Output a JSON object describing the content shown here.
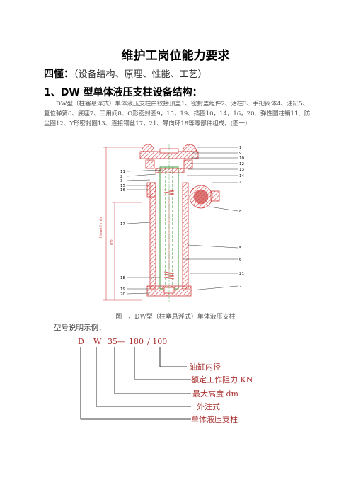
{
  "title": "维护工岗位能力要求",
  "section1": {
    "bold": "四懂：",
    "normal": "（设备结构、原理、性能、工艺）"
  },
  "section2": {
    "number_title": "1、DW 型单体液压支柱",
    "bold_suffix": "设备结构："
  },
  "description": "DW型（柱塞悬浮式）单体液压支柱由铰接顶盖1、密封盖组件2、活柱3、手把阀体4、油缸5、复位弹簧6、底座7、三用阀8、O形密封圈9，15，19、挡圈10，14，16，20、弹性圆柱销11、防尘圈12、Y形密封圈13、连接钢丝17，21、导向环18等零部件组成。(图一）",
  "figure": {
    "part_numbers_right": [
      "1",
      "9",
      "10",
      "12",
      "13",
      "14",
      "4",
      "8",
      "5",
      "6",
      "21",
      "7"
    ],
    "part_numbers_left": [
      "11",
      "2",
      "3",
      "15",
      "16",
      "17",
      "18",
      "19",
      "20"
    ],
    "dim_label_max": "Hmax  Hmin",
    "dim_label_stroke": "(H)"
  },
  "caption": "图一、DW型（柱塞悬浮式）单体液压支柱",
  "model_example_label": "型号说明示例：",
  "model_code": {
    "d": "D",
    "w": "W",
    "height": "35—",
    "resistance": "180",
    "diameter": "/ 100"
  },
  "legend": {
    "diameter": "油缸内径",
    "resistance": "额定工作阻力 KN",
    "height": "最大高度 dm",
    "type": "外注式",
    "name": "单体液压支柱"
  },
  "colors": {
    "accent_red": "#a83030",
    "drawing_red": "#d04040",
    "drawing_green": "#3a9a3a"
  }
}
